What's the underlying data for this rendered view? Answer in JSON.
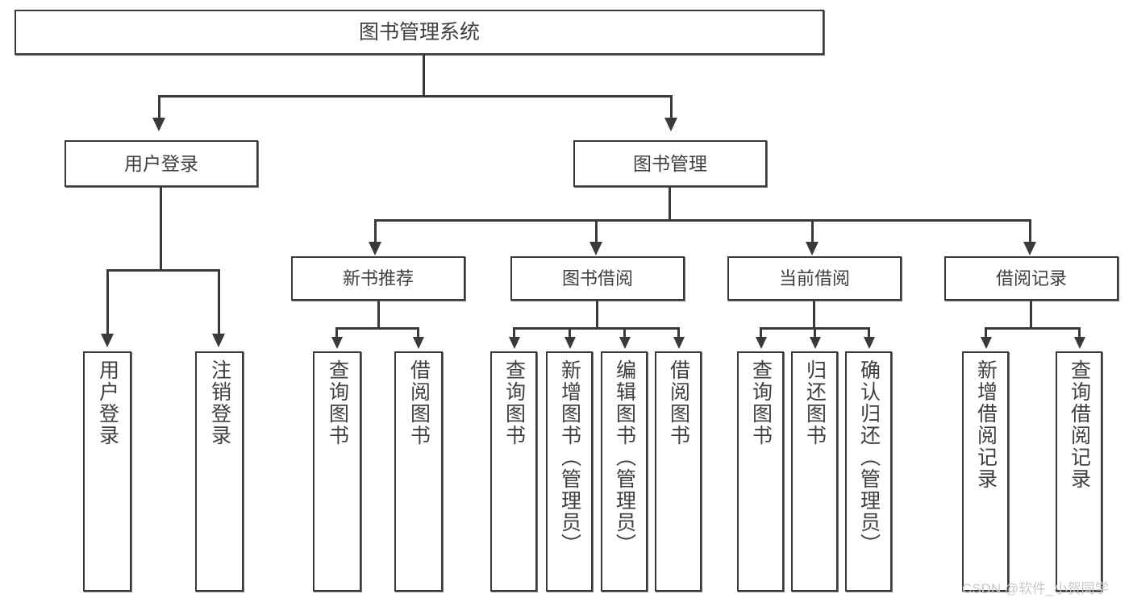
{
  "diagram": {
    "title": "图书管理系统",
    "type": "hierarchy-tree",
    "root": {
      "label": "图书管理系统"
    },
    "level1": [
      {
        "label": "用户登录"
      },
      {
        "label": "图书管理"
      }
    ],
    "level2": [
      {
        "label": "新书推荐"
      },
      {
        "label": "图书借阅"
      },
      {
        "label": "当前借阅"
      },
      {
        "label": "借阅记录"
      }
    ],
    "leaves": {
      "user_login": [
        {
          "label": "用户登录"
        },
        {
          "label": "注销登录"
        }
      ],
      "new_book_recommend": [
        {
          "label": "查询图书"
        },
        {
          "label": "借阅图书"
        }
      ],
      "book_borrow": [
        {
          "label": "查询图书"
        },
        {
          "label": "新增图书（管理员）"
        },
        {
          "label": "编辑图书（管理员）"
        },
        {
          "label": "借阅图书"
        }
      ],
      "current_borrow": [
        {
          "label": "查询图书"
        },
        {
          "label": "归还图书"
        },
        {
          "label": "确认归还（管理员）"
        }
      ],
      "borrow_record": [
        {
          "label": "新增借阅记录"
        },
        {
          "label": "查询借阅记录"
        }
      ]
    }
  },
  "watermark": {
    "text": "CSDN @软件_小贺同学"
  },
  "colors": {
    "stroke": "#3a3a3a",
    "text": "#3f3f3f",
    "background": "#ffffff",
    "watermark": "#c9c9c9"
  }
}
